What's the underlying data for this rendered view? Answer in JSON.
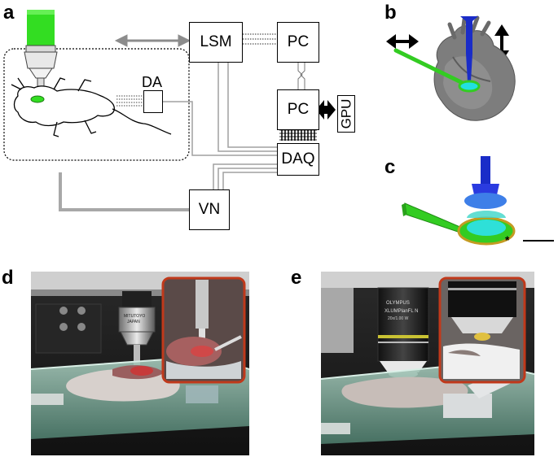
{
  "panels": {
    "a": "a",
    "b": "b",
    "c": "c",
    "d": "d",
    "e": "e"
  },
  "diagram": {
    "lsm_label": "LSM",
    "pc_top_label": "PC",
    "pc_mid_label": "PC",
    "gpu_label": "GPU",
    "daq_label": "DAQ",
    "vn_label": "VN",
    "da_label": "DA"
  },
  "photo_d": {
    "objective_text_1": "MITUTOYO",
    "objective_text_2": "JAPAN"
  },
  "photo_e": {
    "objective_text_1": "OLYMPUS",
    "objective_text_2": "XLUMPlanFL N",
    "objective_text_3": "20x/1.00 W"
  },
  "colors": {
    "laser_green": "#33dd22",
    "probe_blue": "#1a2cc8",
    "gpu_arrow": "#000000",
    "inset_frame": "#c0391b",
    "cable_gray": "#999999"
  }
}
